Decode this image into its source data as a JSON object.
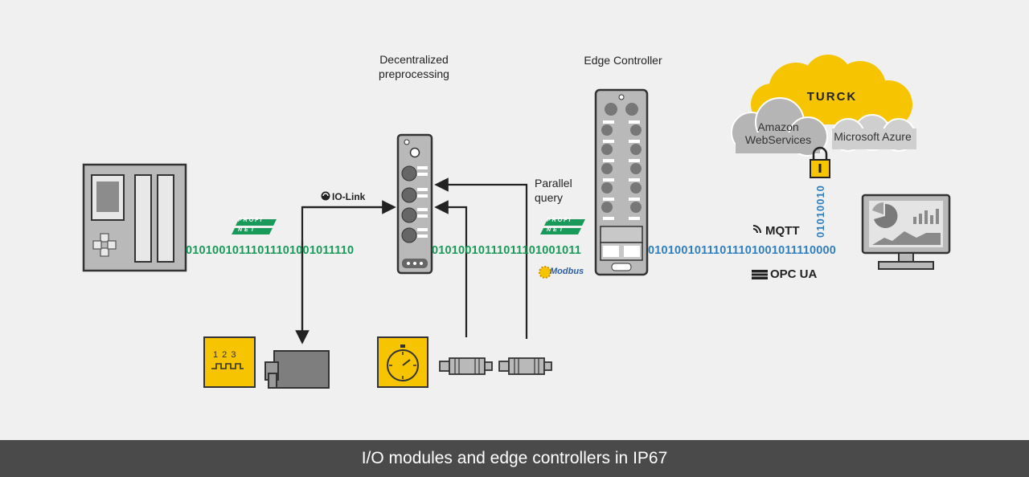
{
  "labels": {
    "decentralized": "Decentralized preprocessing",
    "edge_controller": "Edge Controller",
    "parallel_query": "Parallel query",
    "io_link": "IO-Link"
  },
  "bitstreams": {
    "left": "01010010111011101001011110",
    "middle": "01010010111011101001011",
    "right": "01010010111011101001011110000",
    "vertical": "01010010"
  },
  "protocols": {
    "mqtt": "MQTT",
    "opcua": "OPC UA",
    "profinet_top": "PROFI",
    "profinet_bottom": "NET",
    "modbus": "Modbus"
  },
  "cloud": {
    "turck": "TURCK",
    "aws": "Amazon WebServices",
    "azure": "Microsoft Azure"
  },
  "counter_digits": "1 2 3",
  "footer": {
    "title": "I/O modules and edge controllers in IP67"
  },
  "colors": {
    "green": "#1a9a5a",
    "blue": "#2f7fbf",
    "yellow": "#f6c400",
    "footer_bg": "#4a4a4a",
    "device_gray": "#b9b9b9"
  }
}
